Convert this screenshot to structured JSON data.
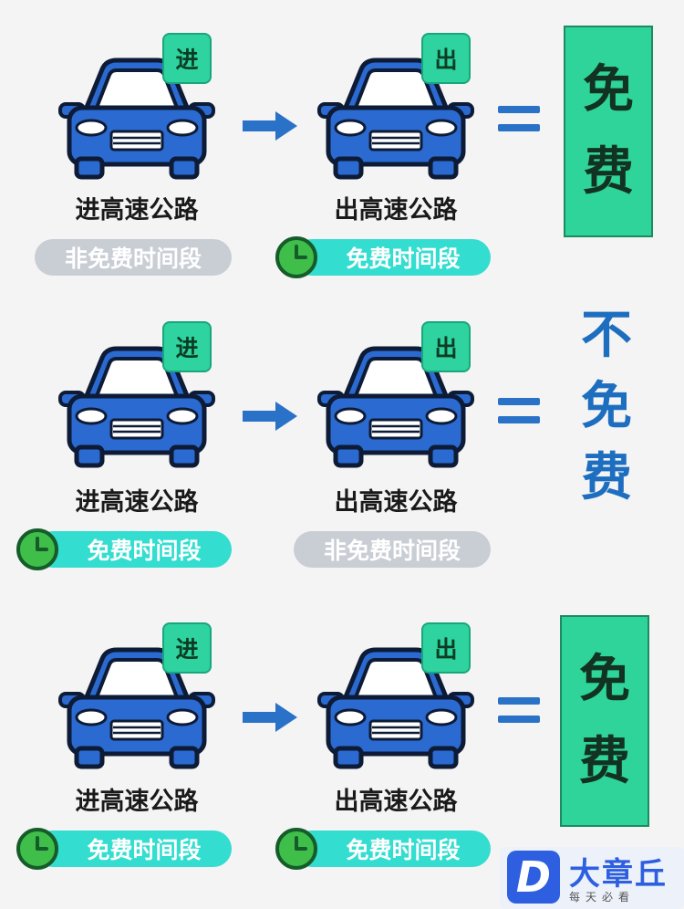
{
  "colors": {
    "car_body": "#2b6ad0",
    "car_outline": "#0d1b36",
    "sign_green": "#2ed3a0",
    "pill_gray": "#c9cdd4",
    "pill_cyan": "#33ddd0",
    "clock_green": "#3fbe4a",
    "arrow_blue": "#2a72c8",
    "result_blue": "#1e6ec0"
  },
  "scenarios": [
    {
      "enter": {
        "sign": "进",
        "label": "进高速公路",
        "period": "非免费时间段",
        "period_type": "non-free",
        "icon": "none"
      },
      "exit": {
        "sign": "出",
        "label": "出高速公路",
        "period": "免费时间段",
        "period_type": "free",
        "icon": "clock-icon"
      },
      "result": [
        "免",
        "费"
      ],
      "result_style": "green-box"
    },
    {
      "enter": {
        "sign": "进",
        "label": "进高速公路",
        "period": "免费时间段",
        "period_type": "free",
        "icon": "clock-icon"
      },
      "exit": {
        "sign": "出",
        "label": "出高速公路",
        "period": "非免费时间段",
        "period_type": "non-free",
        "icon": "none"
      },
      "result": [
        "不",
        "免",
        "费"
      ],
      "result_style": "blue-text"
    },
    {
      "enter": {
        "sign": "进",
        "label": "进高速公路",
        "period": "免费时间段",
        "period_type": "free",
        "icon": "clock-icon"
      },
      "exit": {
        "sign": "出",
        "label": "出高速公路",
        "period": "免费时间段",
        "period_type": "free",
        "icon": "clock-icon"
      },
      "result": [
        "免",
        "费"
      ],
      "result_style": "green-box"
    }
  ],
  "watermark": {
    "logo": "D",
    "brand": "大章丘",
    "slogan": "每天必看"
  }
}
